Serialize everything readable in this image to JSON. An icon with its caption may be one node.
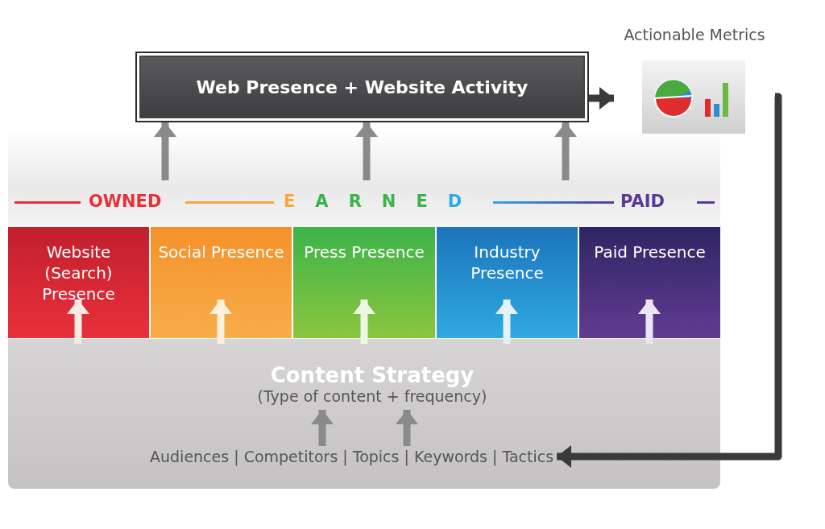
{
  "diagram": {
    "nodes": [
      {
        "text": [
          "Web Presence + Website Activity"
        ]
      },
      {
        "text": [
          "Actionable Metrics"
        ]
      },
      {
        "text": [
          "Website (Search) Presence"
        ]
      },
      {
        "text": [
          "Social Presence"
        ]
      },
      {
        "text": [
          "Press Presence"
        ]
      },
      {
        "text": [
          "Industry Presence"
        ]
      },
      {
        "text": [
          "Paid Presence"
        ]
      },
      {
        "text": [],
        "shape": "box"
      },
      {
        "text": [
          "Content Strategy",
          "(Type of content + frequency)"
        ],
        "in": 7
      },
      {
        "text": [
          "Audiences | Competitors | Topics | Keywords | Tactics"
        ],
        "in": 7
      }
    ],
    "edges": [
      {
        "from": null,
        "to": 0,
        "arrow": "to"
      },
      {
        "from": null,
        "to": 0,
        "arrow": "to"
      },
      {
        "from": null,
        "to": 0,
        "arrow": "to"
      },
      {
        "from": 0,
        "to": 1,
        "arrow": "to",
        "color": "#3a3a3c"
      },
      {
        "from": 1,
        "to": 9,
        "arrow": "to",
        "color": "#3a3a3c"
      },
      {
        "from": 7,
        "to": 2,
        "arrow": "to",
        "color": "#fbe9e4"
      },
      {
        "from": 7,
        "to": 3,
        "arrow": "to",
        "color": "#fdf0dc"
      },
      {
        "from": 7,
        "to": 4,
        "arrow": "to",
        "color": "#eef6e4"
      },
      {
        "from": 7,
        "to": 5,
        "arrow": "to",
        "color": "#e6f2fb"
      },
      {
        "from": 7,
        "to": 6,
        "arrow": "to",
        "color": "#ece6f3"
      },
      {
        "from": 9,
        "to": 8,
        "arrow": "to"
      },
      {
        "from": 9,
        "to": 8,
        "arrow": "to"
      }
    ],
    "labels": [
      "OWNED",
      "EARNED",
      "PAID"
    ]
  }
}
